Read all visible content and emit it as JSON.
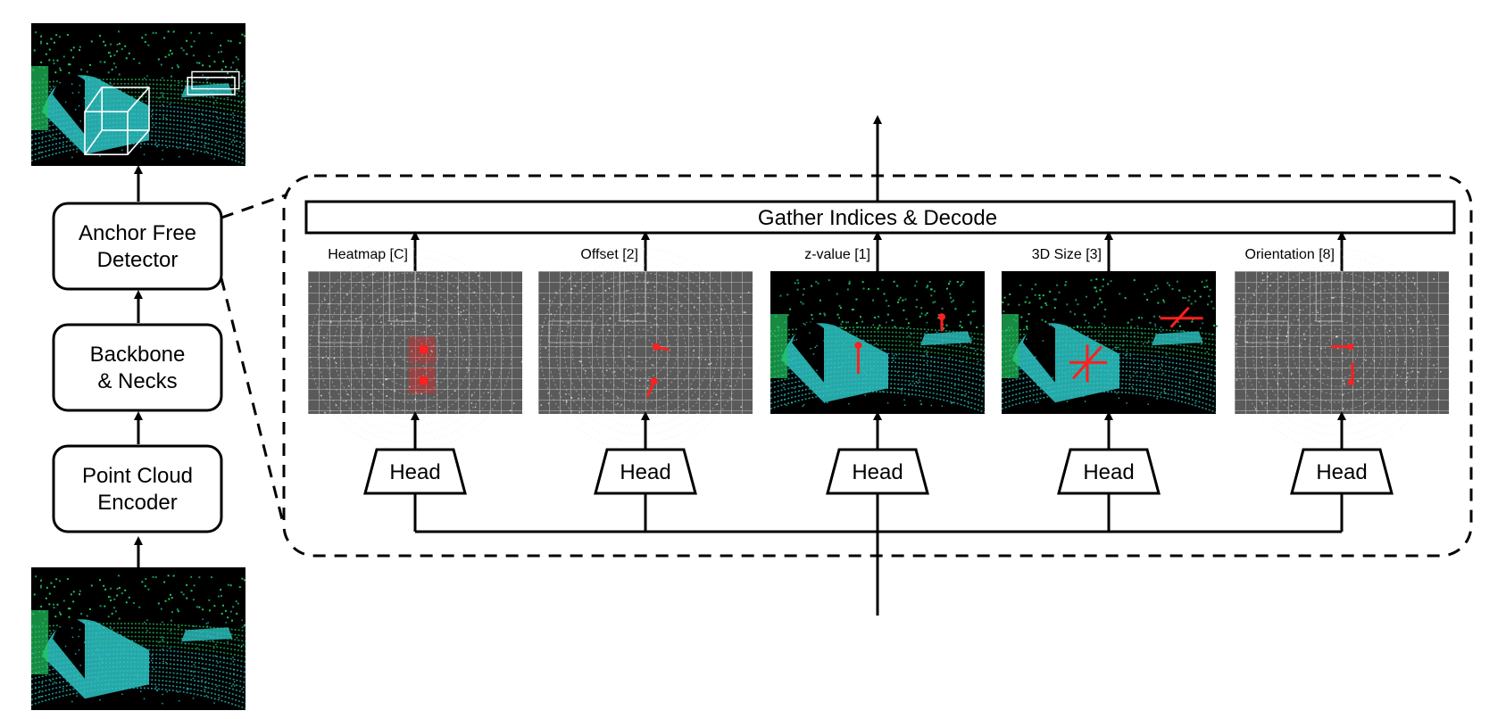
{
  "pipeline": {
    "encoder": [
      "Point Cloud",
      "Encoder"
    ],
    "backbone": [
      "Backbone",
      "& Necks"
    ],
    "detector": [
      "Anchor Free",
      "Detector"
    ]
  },
  "gather_label": "Gather Indices & Decode",
  "heads": [
    {
      "output": "Heatmap [C]",
      "label": "Head",
      "style": "heatmap"
    },
    {
      "output": "Offset [2]",
      "label": "Head",
      "style": "offset"
    },
    {
      "output": "z-value [1]",
      "label": "Head",
      "style": "zvalue"
    },
    {
      "output": "3D Size [3]",
      "label": "Head",
      "style": "size"
    },
    {
      "output": "Orientation [8]",
      "label": "Head",
      "style": "orientation"
    }
  ],
  "colors": {
    "lidar_background": "#000000",
    "lidar_points_green": "#22c55e",
    "lidar_points_cyan": "#2ec4c4",
    "bev_background": "#555555",
    "bev_grid": "#bdbdbd",
    "marker_red": "#ff2020",
    "box_wireframe": "#ffffff"
  }
}
